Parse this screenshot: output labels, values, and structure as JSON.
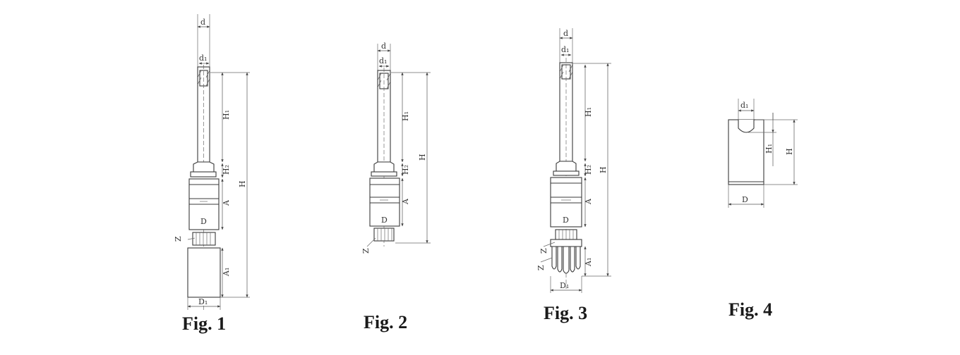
{
  "figures": [
    {
      "caption": "Fig. 1",
      "labels": {
        "d": "d",
        "d1": "d₁",
        "H1": "H₁",
        "H2": "H₂",
        "H": "H",
        "A": "A",
        "D": "D",
        "Z": "Z",
        "A1": "A₁",
        "D1": "D₁"
      }
    },
    {
      "caption": "Fig. 2",
      "labels": {
        "d": "d",
        "d1": "d₁",
        "H1": "H₁",
        "H2": "H₂",
        "H": "H",
        "A": "A",
        "D": "D",
        "Z": "Z"
      }
    },
    {
      "caption": "Fig. 3",
      "labels": {
        "d": "d",
        "d1": "d₁",
        "H1": "H₁",
        "H2": "H₂",
        "H": "H",
        "A": "A",
        "D": "D",
        "Z": "Z",
        "Z2": "Z",
        "A1": "A₁",
        "D1": "D₁"
      }
    },
    {
      "caption": "Fig. 4",
      "labels": {
        "d1": "d₁",
        "H1": "H₁",
        "H": "H",
        "D": "D"
      }
    }
  ]
}
